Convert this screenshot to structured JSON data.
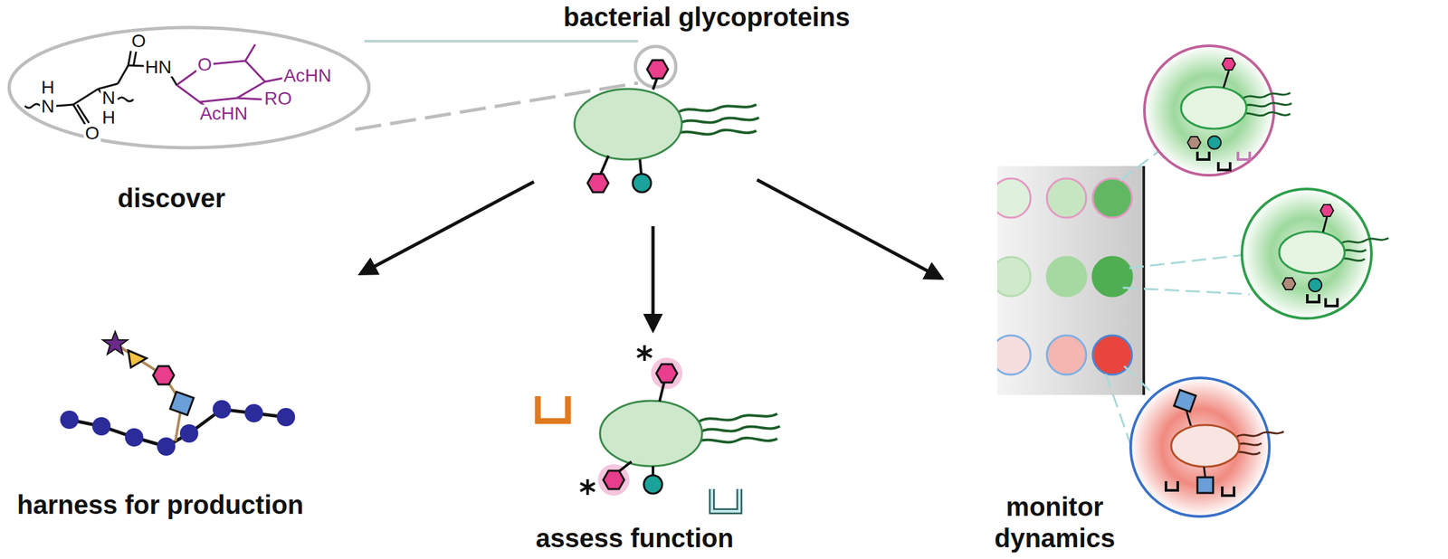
{
  "diagram": {
    "title": "bacterial glycoproteins",
    "labels": [
      "discover",
      "harness for production",
      "assess function",
      "monitor dynamics",
      "O",
      "HN",
      "O",
      "AcHN",
      "RO",
      "AcHN",
      "H",
      "N",
      "N",
      "H",
      "O"
    ]
  }
}
